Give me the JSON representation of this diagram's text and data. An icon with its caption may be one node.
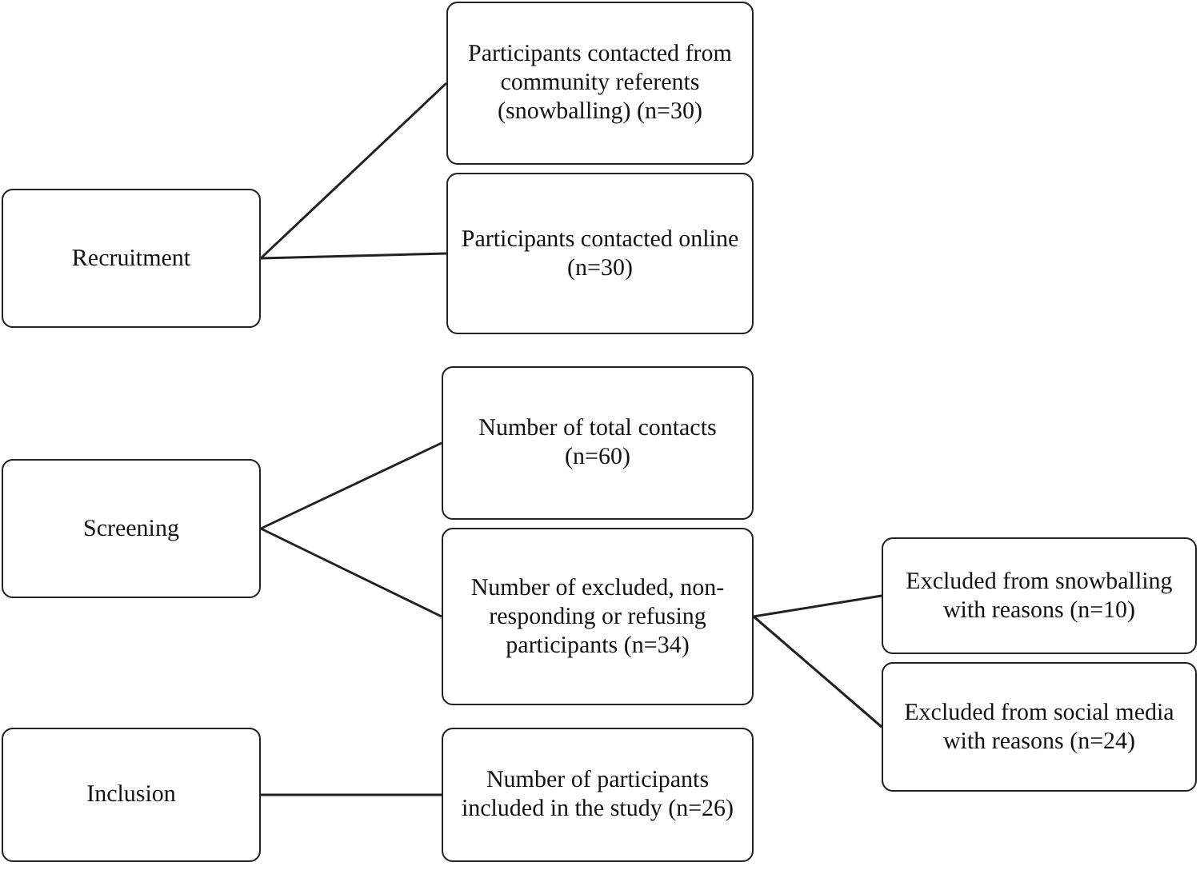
{
  "diagram": {
    "nodes": [
      {
        "text": [
          "Recruitment"
        ]
      },
      {
        "text": [
          "Participants contacted from community referents (snowballing) (n=30)"
        ]
      },
      {
        "text": [
          "Participants contacted online (n=30)"
        ]
      },
      {
        "text": [
          "Screening"
        ]
      },
      {
        "text": [
          "Number of total contacts (n=60)"
        ]
      },
      {
        "text": [
          "Number of excluded, non-responding or refusing participants (n=34)"
        ]
      },
      {
        "text": [
          "Excluded from snowballing with reasons (n=10)"
        ]
      },
      {
        "text": [
          "Excluded from social media with reasons (n=24)"
        ]
      },
      {
        "text": [
          "Inclusion"
        ]
      },
      {
        "text": [
          "Number of participants included in the study (n=26)"
        ]
      }
    ],
    "edges": [
      {
        "from": 0,
        "to": 1,
        "arrow": "none"
      },
      {
        "from": 0,
        "to": 2,
        "arrow": "none"
      },
      {
        "from": 3,
        "to": 4,
        "arrow": "none"
      },
      {
        "from": 3,
        "to": 5,
        "arrow": "none"
      },
      {
        "from": 5,
        "to": 6,
        "arrow": "none"
      },
      {
        "from": 5,
        "to": 7,
        "arrow": "none"
      },
      {
        "from": 8,
        "to": 9,
        "arrow": "none"
      }
    ]
  }
}
